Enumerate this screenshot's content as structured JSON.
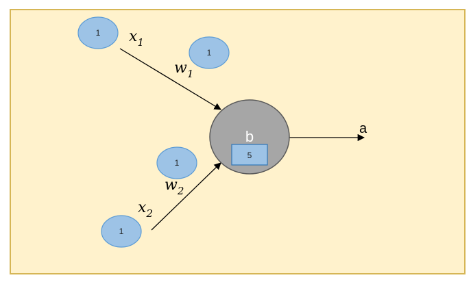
{
  "diagram": {
    "inputs": [
      {
        "id": "x1",
        "symbol": "x",
        "sub": "1",
        "value": "1"
      },
      {
        "id": "x2",
        "symbol": "x",
        "sub": "2",
        "value": "1"
      }
    ],
    "weights": [
      {
        "id": "w1",
        "symbol": "w",
        "sub": "1",
        "value": "1"
      },
      {
        "id": "w2",
        "symbol": "w",
        "sub": "2",
        "value": "1"
      }
    ],
    "neuron": {
      "label": "b",
      "bias_value": "5"
    },
    "output": {
      "label": "a"
    },
    "colors": {
      "background": "#FFF2CC",
      "frame": "#D6B656",
      "bubble_fill": "#9DC3E6",
      "bubble_stroke": "#5B9BD5",
      "neuron_fill": "#A6A6A6",
      "neuron_stroke": "#595959",
      "bias_box_fill": "#9DC3E6",
      "bias_box_stroke": "#2E75B6",
      "arrow": "#000000"
    }
  }
}
